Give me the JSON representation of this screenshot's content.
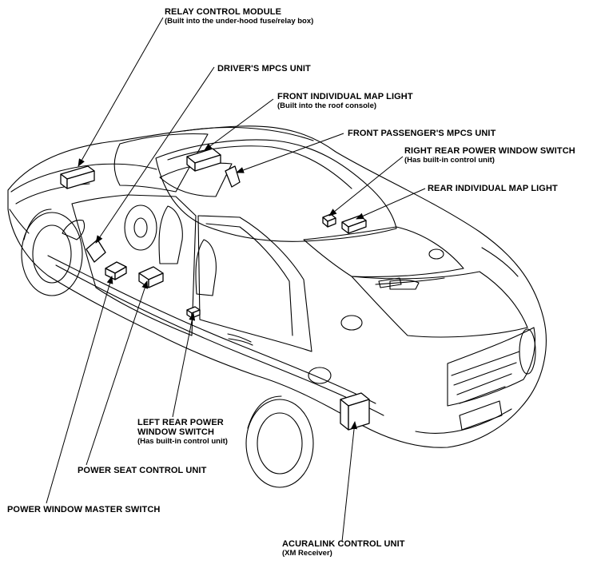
{
  "labels": {
    "relay": {
      "line1": "RELAY CONTROL MODULE",
      "line2": "(Built into the under-hood fuse/relay box)"
    },
    "driver_mpcs": {
      "line1": "DRIVER'S MPCS UNIT"
    },
    "front_map": {
      "line1": "FRONT INDIVIDUAL MAP LIGHT",
      "line2": "(Built into the roof console)"
    },
    "passenger_mpcs": {
      "line1": "FRONT PASSENGER'S MPCS UNIT"
    },
    "rr_window": {
      "line1": "RIGHT REAR POWER WINDOW SWITCH",
      "line2": "(Has built-in control unit)"
    },
    "rear_map": {
      "line1": "REAR INDIVIDUAL MAP LIGHT"
    },
    "lr_window": {
      "line1": "LEFT REAR POWER",
      "line2": "WINDOW SWITCH",
      "line3": "(Has built-in control unit)"
    },
    "seat": {
      "line1": "POWER SEAT CONTROL UNIT"
    },
    "master": {
      "line1": "POWER WINDOW MASTER SWITCH"
    },
    "acuralink": {
      "line1": "ACURALINK CONTROL UNIT",
      "line2": "(XM Receiver)"
    }
  }
}
